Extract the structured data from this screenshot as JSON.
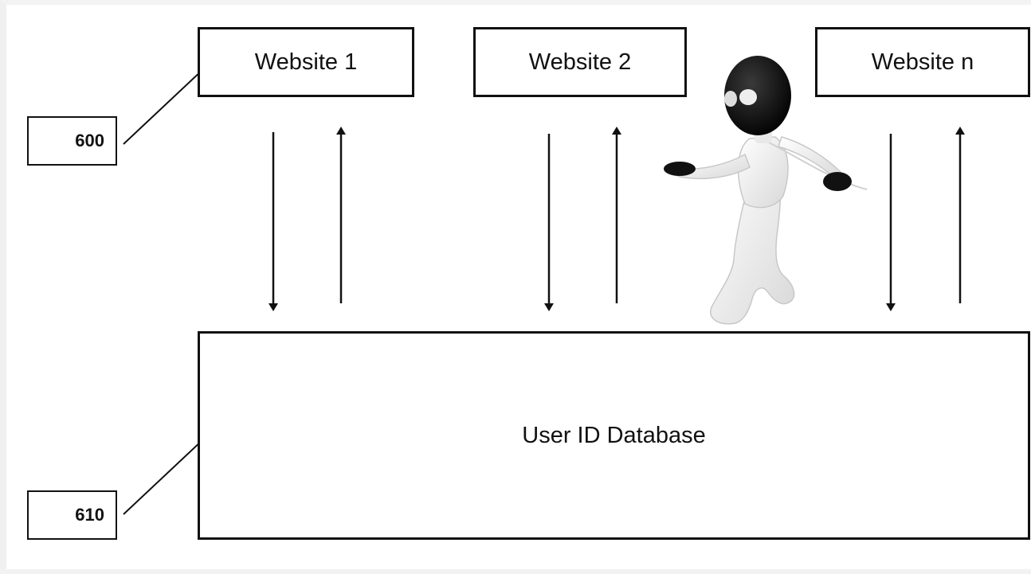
{
  "websites": [
    {
      "label": "Website 1"
    },
    {
      "label": "Website 2"
    },
    {
      "label": "Website n"
    }
  ],
  "database": {
    "label": "User ID Database"
  },
  "references": {
    "websites_ref": "600",
    "database_ref": "610"
  },
  "colors": {
    "line": "#111111",
    "background": "#ffffff"
  }
}
